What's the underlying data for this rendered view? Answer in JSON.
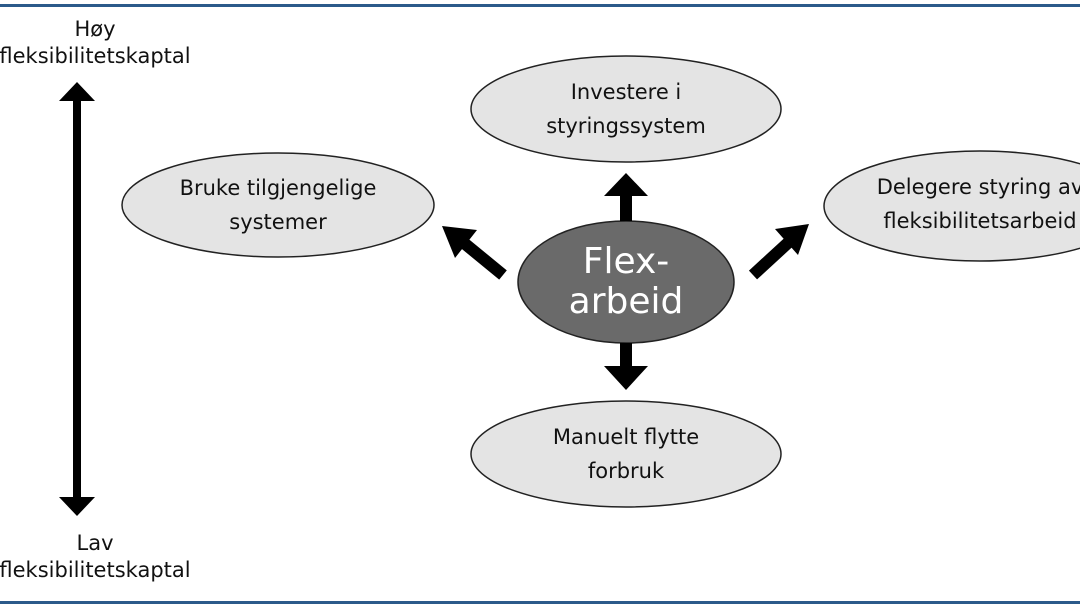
{
  "colors": {
    "frame": "#2b5a8a",
    "bubble_fill": "#e4e4e4",
    "center_fill": "#6a6a6a",
    "arrow": "#000000"
  },
  "axis": {
    "top": {
      "line1": "Høy",
      "line2": "fleksibilitetskaptal"
    },
    "bottom": {
      "line1": "Lav",
      "line2": "fleksibilitetskaptal"
    }
  },
  "center": {
    "line1": "Flex-",
    "line2": "arbeid"
  },
  "bubbles": {
    "top": {
      "line1": "Investere i",
      "line2": "styringssystem"
    },
    "left": {
      "line1": "Bruke tilgjengelige",
      "line2": "systemer"
    },
    "right": {
      "line1": "Delegere styring av",
      "line2": "fleksibilitetsarbeid"
    },
    "bottom": {
      "line1": "Manuelt flytte",
      "line2": "forbruk"
    }
  }
}
